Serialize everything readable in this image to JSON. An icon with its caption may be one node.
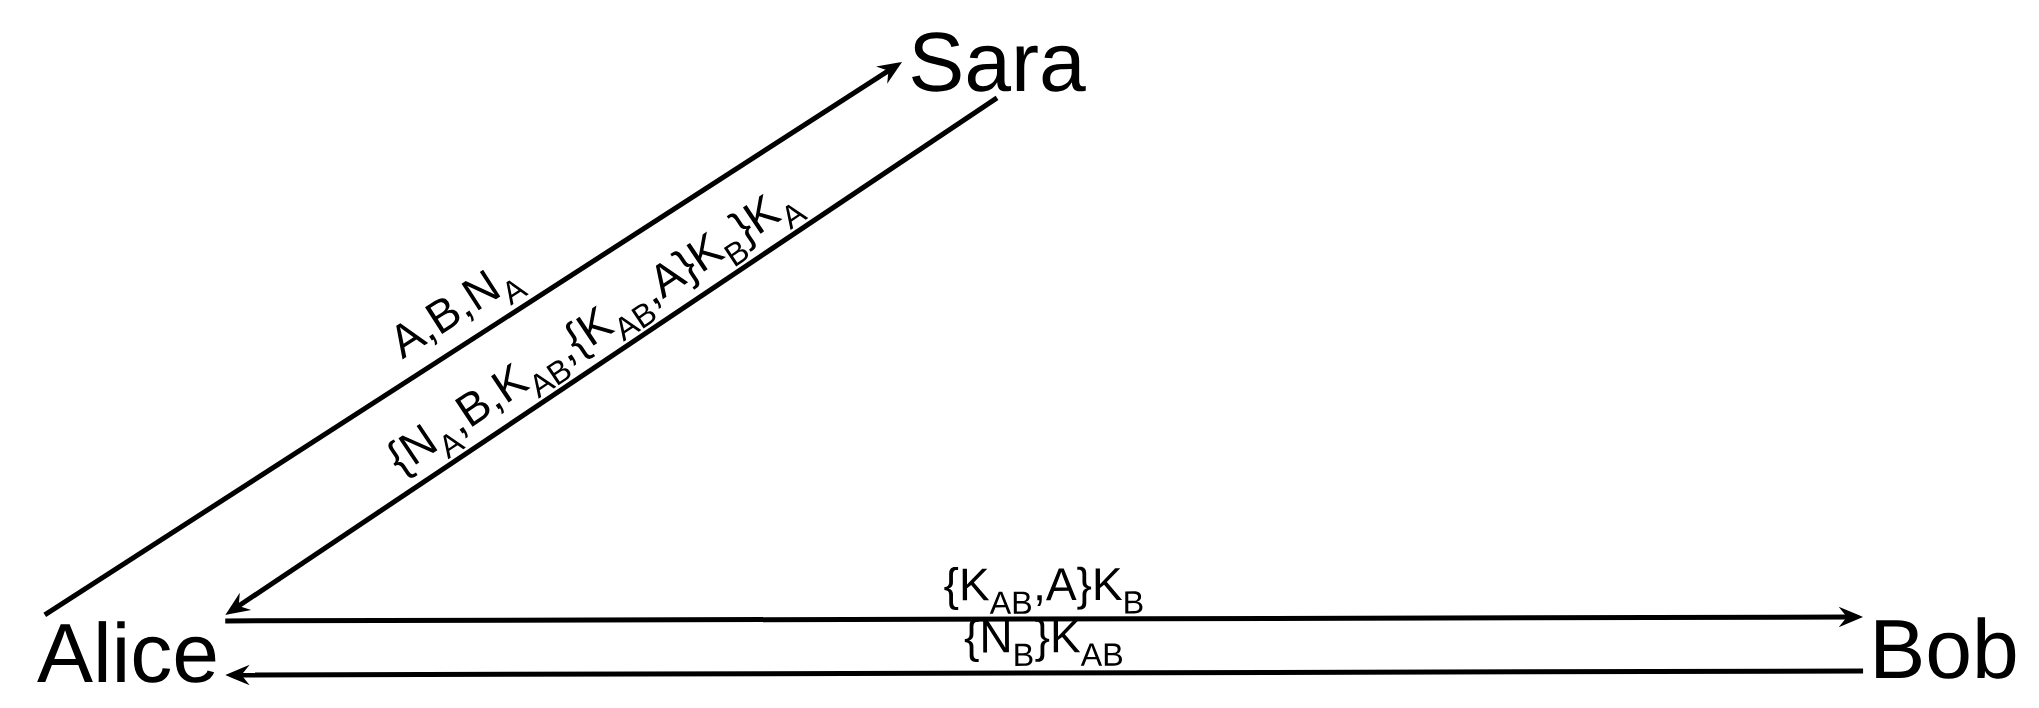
{
  "diagram": {
    "nodes": [
      {
        "text": [
          "Sara"
        ]
      },
      {
        "text": [
          "Alice"
        ]
      },
      {
        "text": [
          "Bob"
        ]
      }
    ],
    "edges": [
      {
        "from": 1,
        "to": 0,
        "arrow": "to",
        "label": "A,B,N$_{A}$"
      },
      {
        "from": 0,
        "to": 1,
        "arrow": "to",
        "label": "{N$_{A}$,B,K$_{AB}$,{K$_{AB}$,A}K$_{B}$}K$_{A}$"
      },
      {
        "from": 1,
        "to": 2,
        "arrow": "to",
        "label": "{K$_{AB}$,A}K$_{B}$"
      },
      {
        "from": 2,
        "to": 1,
        "arrow": "to",
        "label": "{N$_{B}$}K$_{AB}$"
      }
    ]
  }
}
